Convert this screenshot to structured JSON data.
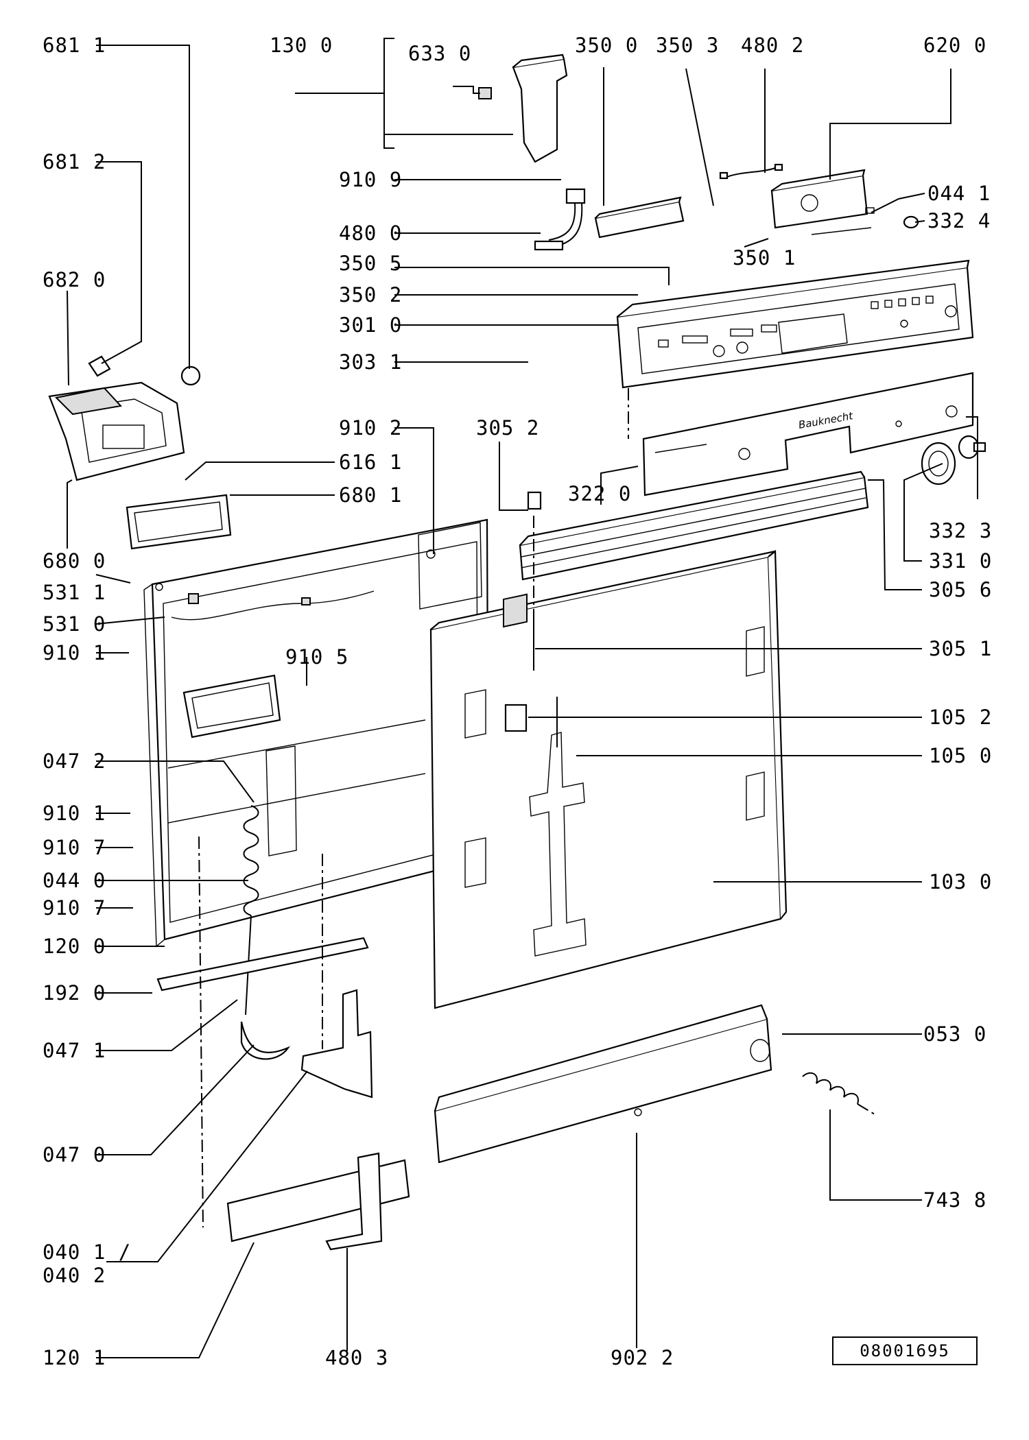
{
  "diagram": {
    "reference_number": "08001695",
    "brand_text": "Bauknecht",
    "labels": {
      "l6811": "681 1",
      "l1300": "130 0",
      "l6330": "633 0",
      "l3500": "350 0",
      "l3503": "350 3",
      "l4802": "480 2",
      "l6200": "620 0",
      "l6812": "681 2",
      "l9109": "910 9",
      "l4800": "480 0",
      "l0441": "044 1",
      "l3324": "332 4",
      "l3501": "350 1",
      "l3505": "350 5",
      "l6820": "682 0",
      "l3502": "350 2",
      "l3010": "301 0",
      "l3031": "303 1",
      "l9102": "910 2",
      "l3052": "305 2",
      "l6161": "616 1",
      "l6801": "680 1",
      "l3220": "322 0",
      "l6800": "680 0",
      "l3323": "332 3",
      "l5311": "531 1",
      "l3310": "331 0",
      "l3056": "305 6",
      "l5310": "531 0",
      "l9101a": "910 1",
      "l9105": "910 5",
      "l3051": "305 1",
      "l1052": "105 2",
      "l0472": "047 2",
      "l1050": "105 0",
      "l9101b": "910 1",
      "l9107a": "910 7",
      "l0440": "044 0",
      "l1030": "103 0",
      "l9107b": "910 7",
      "l1200": "120 0",
      "l1920": "192 0",
      "l0471": "047 1",
      "l0530": "053 0",
      "l0470": "047 0",
      "l7438": "743 8",
      "l0401": "040 1 /",
      "l0402": "040 2",
      "l1201": "120 1",
      "l4803": "480 3",
      "l9022": "902 2"
    }
  }
}
